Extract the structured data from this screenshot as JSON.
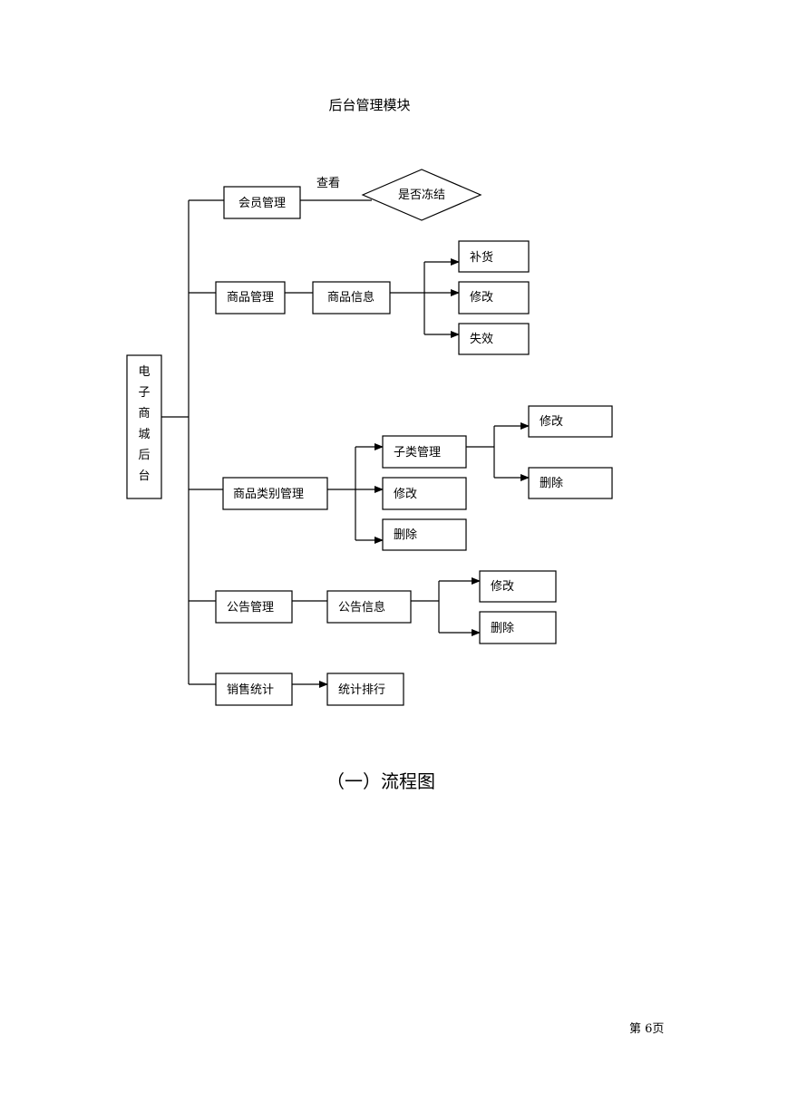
{
  "title": "后台管理模块",
  "caption": "（一）流程图",
  "footer": "第 6页",
  "root": "电子商城后台",
  "root_chars": [
    "电",
    "子",
    "商",
    "城",
    "后",
    "台"
  ],
  "nodes": {
    "member_mgmt": "会员管理",
    "view_label": "查看",
    "frozen_check": "是否冻结",
    "goods_mgmt": "商品管理",
    "goods_info": "商品信息",
    "restock": "补货",
    "goods_edit": "修改",
    "invalidate": "失效",
    "category_mgmt": "商品类别管理",
    "subcat_mgmt": "子类管理",
    "subcat_edit": "修改",
    "subcat_delete": "删除",
    "category_edit": "修改",
    "category_delete": "删除",
    "notice_mgmt": "公告管理",
    "notice_info": "公告信息",
    "notice_edit": "修改",
    "notice_delete": "删除",
    "sales_stats": "销售统计",
    "stats_rank": "统计排行"
  }
}
